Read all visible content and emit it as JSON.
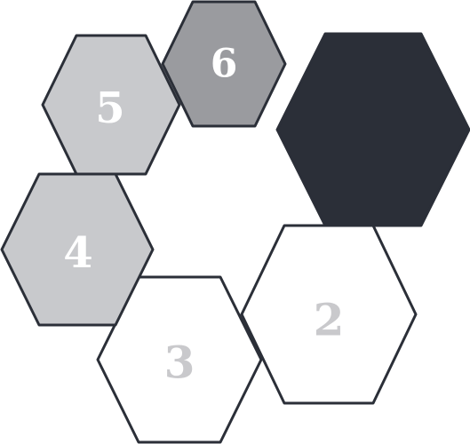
{
  "colors": {
    "outline": "#2b2f38",
    "dark_fill": "#2b2f38",
    "light_gray_fill": "#c8c9cc",
    "mid_gray_fill": "#9a9b9f",
    "white_fill": "#ffffff",
    "number_on_gray": "#ffffff",
    "number_on_white": "#c9c9cc"
  },
  "hexagons": [
    {
      "id": "hex-1",
      "label": "",
      "style": "dark"
    },
    {
      "id": "hex-2",
      "label": "2",
      "style": "white"
    },
    {
      "id": "hex-3",
      "label": "3",
      "style": "white"
    },
    {
      "id": "hex-4",
      "label": "4",
      "style": "light"
    },
    {
      "id": "hex-5",
      "label": "5",
      "style": "light"
    },
    {
      "id": "hex-6",
      "label": "6",
      "style": "mid"
    }
  ]
}
